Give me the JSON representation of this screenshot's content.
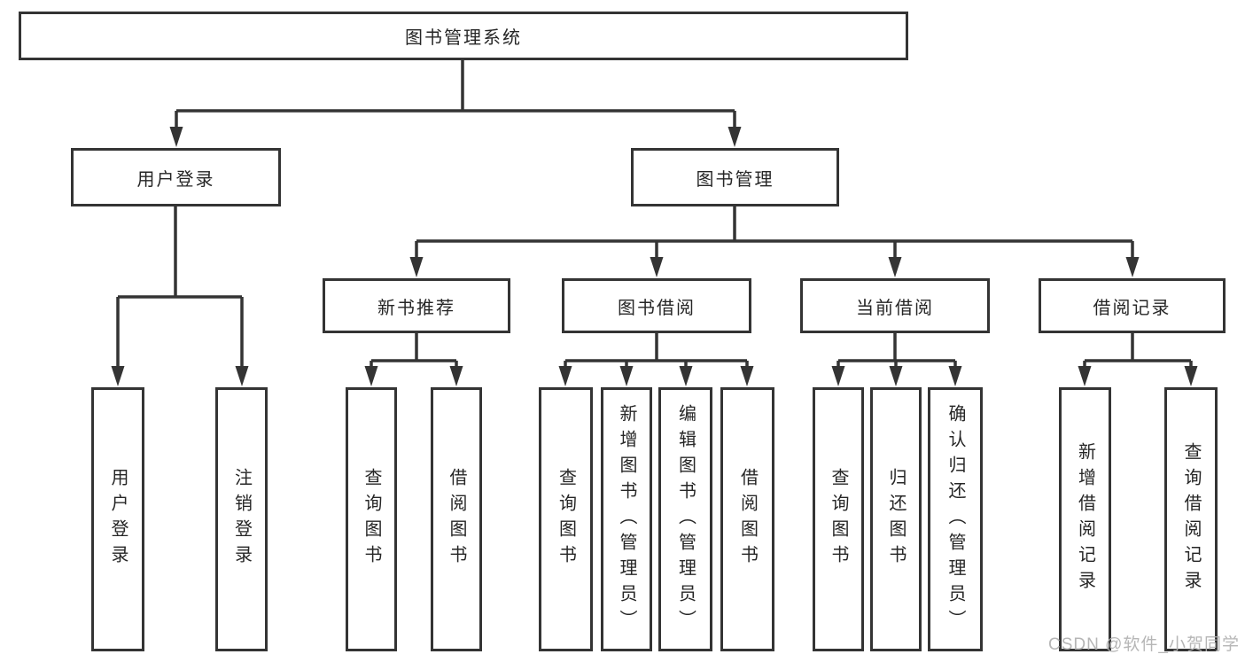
{
  "diagram": {
    "root": "图书管理系统",
    "level2": {
      "user_login": "用户登录",
      "book_management": "图书管理"
    },
    "level3": {
      "new_book_recommend": "新书推荐",
      "book_borrow": "图书借阅",
      "current_borrow": "当前借阅",
      "borrow_records": "借阅记录"
    },
    "leaves": {
      "user_login": [
        "用户登录",
        "注销登录"
      ],
      "new_book_recommend": [
        "查询图书",
        "借阅图书"
      ],
      "book_borrow": [
        "查询图书",
        "新增图书（管理员）",
        "编辑图书（管理员）",
        "借阅图书"
      ],
      "current_borrow": [
        "查询图书",
        "归还图书",
        "确认归还（管理员）"
      ],
      "borrow_records": [
        "新增借阅记录",
        "查询借阅记录"
      ]
    }
  },
  "watermark": "CSDN @软件_小贺同学",
  "colors": {
    "line": "#343434",
    "text": "#262626",
    "background": "#ffffff",
    "watermark": "#b0b0b0"
  }
}
